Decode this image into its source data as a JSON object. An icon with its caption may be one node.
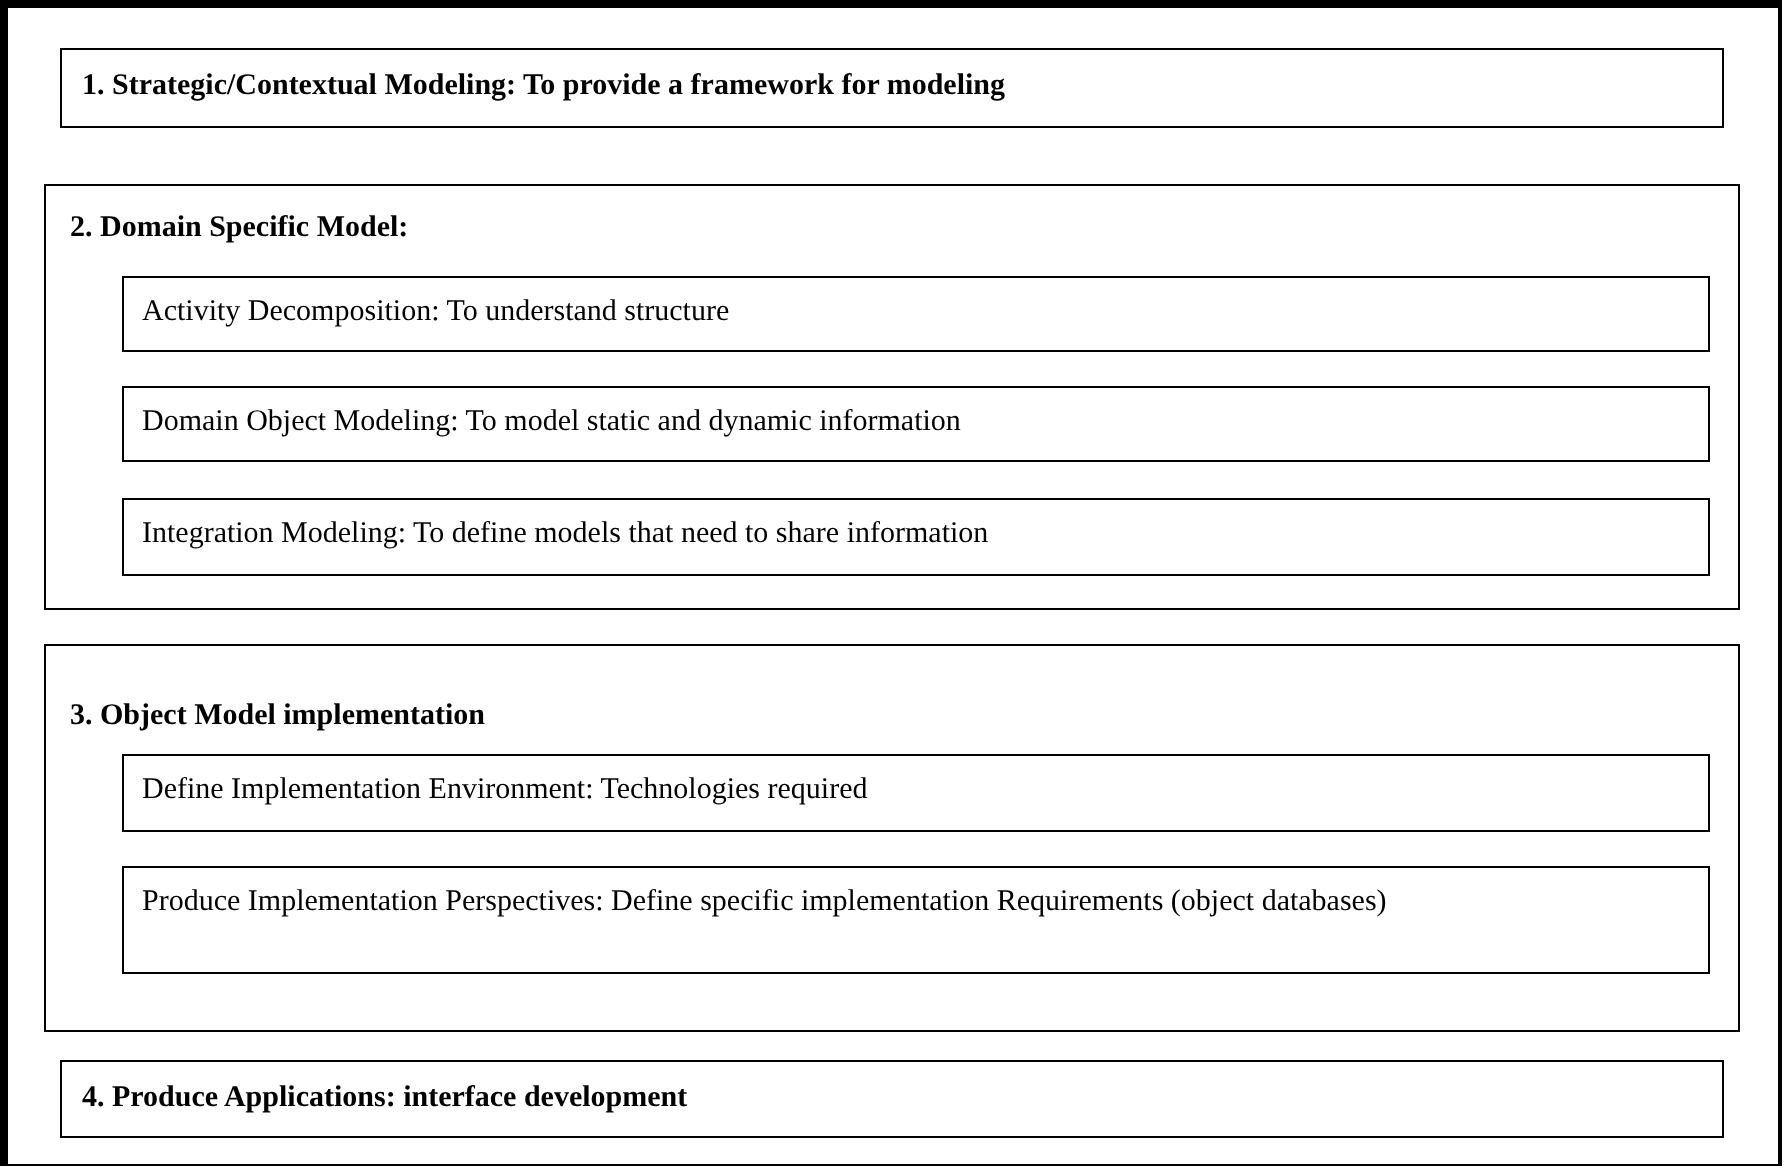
{
  "diagram": {
    "nodes": [
      {
        "text": [
          "1. Strategic/Contextual Modeling: To provide a framework for modeling"
        ]
      },
      {
        "text": [
          "2. Domain Specific Model:"
        ]
      },
      {
        "text": [
          "Activity Decomposition: To understand structure"
        ],
        "in": 1
      },
      {
        "text": [
          "Domain Object Modeling: To model static and dynamic information"
        ],
        "in": 1
      },
      {
        "text": [
          "Integration Modeling: To define models that need to share information"
        ],
        "in": 1
      },
      {
        "text": [
          "3. Object Model implementation"
        ]
      },
      {
        "text": [
          "Define Implementation Environment: Technologies required"
        ],
        "in": 5
      },
      {
        "text": [
          "Produce Implementation Perspectives: Define specific implementation Requirements (object databases)"
        ],
        "in": 5
      },
      {
        "text": [
          "4. Produce Applications: interface development"
        ]
      }
    ]
  }
}
